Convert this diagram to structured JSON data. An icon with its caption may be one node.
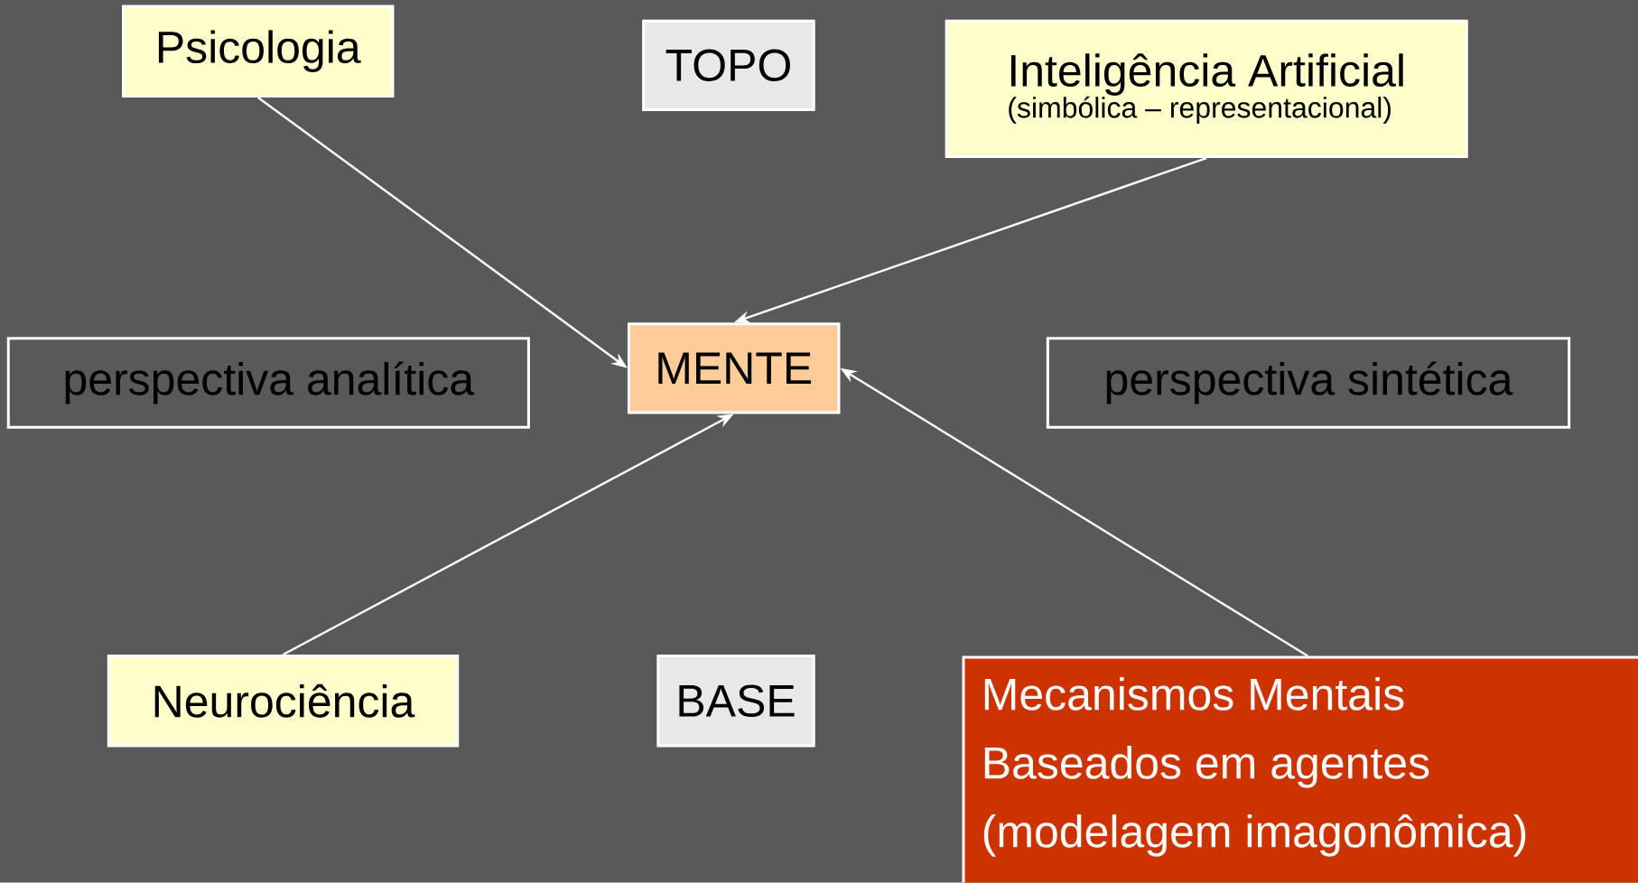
{
  "diagram": {
    "nodes": [
      {
        "text": [
          "Psicologia"
        ]
      },
      {
        "text": [
          "TOPO"
        ]
      },
      {
        "text": [
          "Inteligência Artificial",
          "(simbólica – representacional)"
        ]
      },
      {
        "text": [
          "perspectiva analítica"
        ]
      },
      {
        "text": [
          "MENTE"
        ]
      },
      {
        "text": [
          "perspectiva sintética"
        ]
      },
      {
        "text": [
          "Neurociência"
        ]
      },
      {
        "text": [
          "BASE"
        ]
      },
      {
        "text": [
          "Mecanismos Mentais Baseados em agentes (modelagem imagonômica)"
        ]
      }
    ],
    "edges": [
      {
        "from": 0,
        "to": 4,
        "arrow": "to"
      },
      {
        "from": 2,
        "to": 4,
        "arrow": "to"
      },
      {
        "from": 6,
        "to": 4,
        "arrow": "to"
      },
      {
        "from": 8,
        "to": 4,
        "arrow": "to"
      }
    ]
  }
}
